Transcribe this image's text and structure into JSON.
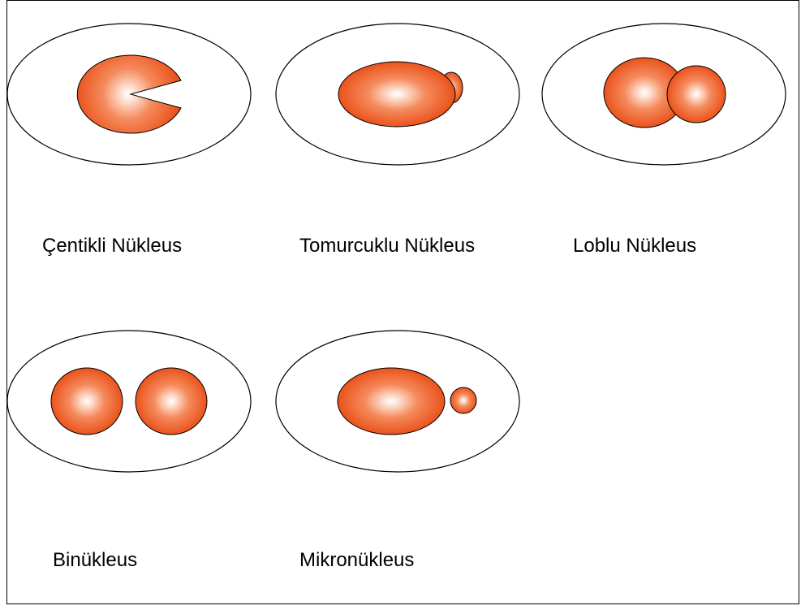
{
  "colors": {
    "nucleus_center": "#fff4ee",
    "nucleus_mid": "#f58a5c",
    "nucleus_edge": "#e8470e",
    "cell_stroke": "#000000",
    "background": "#ffffff"
  },
  "cells": [
    {
      "id": "centikli",
      "label": "Çentikli Nükleus"
    },
    {
      "id": "tomurcuklu",
      "label": "Tomurcuklu Nükleus"
    },
    {
      "id": "loblu",
      "label": "Loblu Nükleus"
    },
    {
      "id": "binukleus",
      "label": "Binükleus"
    },
    {
      "id": "mikronukleus",
      "label": "Mikronükleus"
    }
  ]
}
